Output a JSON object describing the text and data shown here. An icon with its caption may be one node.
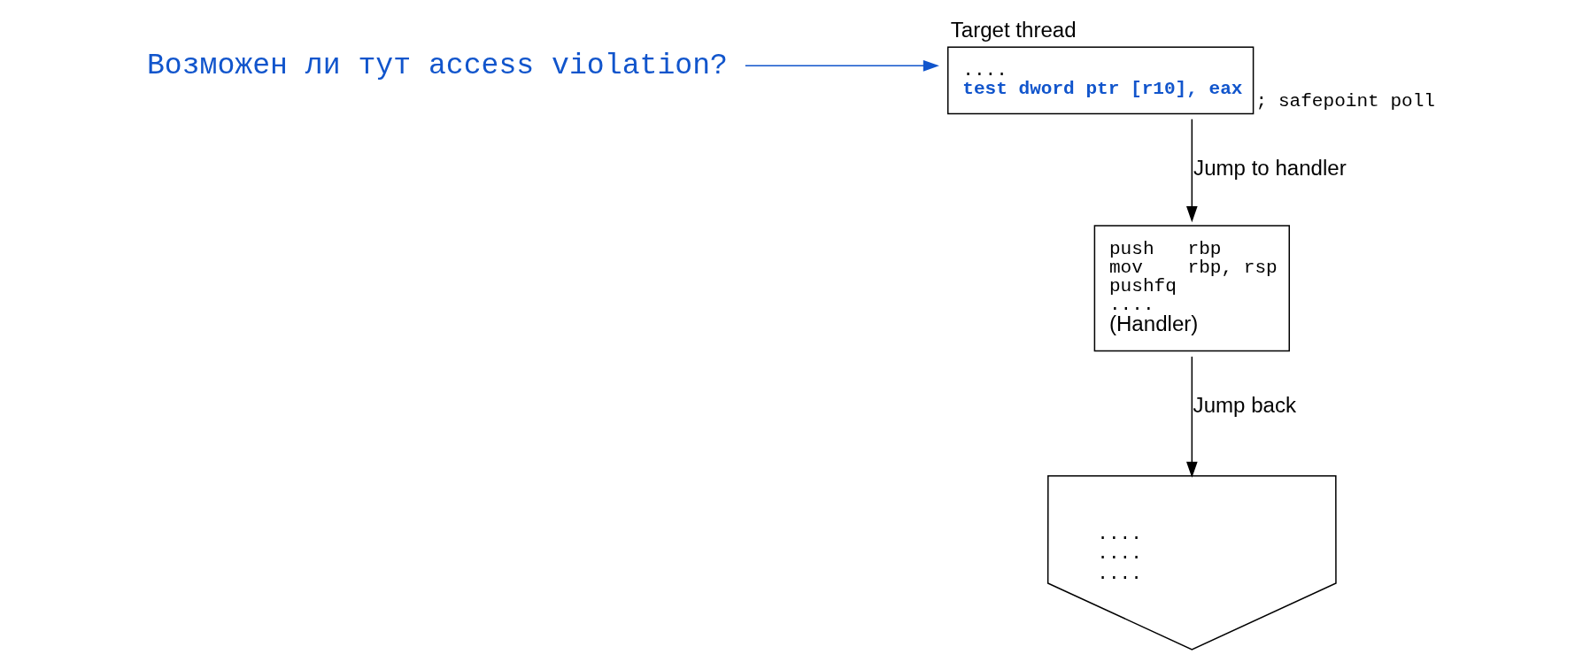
{
  "diagram": {
    "nodes": [
      {
        "text": [
          "Target thread",
          "....",
          "test dword ptr [r10], eax"
        ],
        "beside": [
          "; safepoint poll"
        ]
      },
      {
        "text": [
          "push   rbp",
          "mov    rbp, rsp",
          "pushfq",
          "....",
          "(Handler)"
        ]
      },
      {
        "text": [
          "....",
          "....",
          "...."
        ]
      },
      {
        "text": [
          "Возможен ли тут access violation?"
        ]
      }
    ],
    "edges": [
      {
        "from": 0,
        "to": 1,
        "arrow": "to",
        "label": "Jump to handler"
      },
      {
        "from": 1,
        "to": 2,
        "arrow": "to",
        "label": "Jump back"
      },
      {
        "from": 3,
        "to": 0,
        "arrow": "to",
        "color": "#1155cc"
      }
    ]
  }
}
